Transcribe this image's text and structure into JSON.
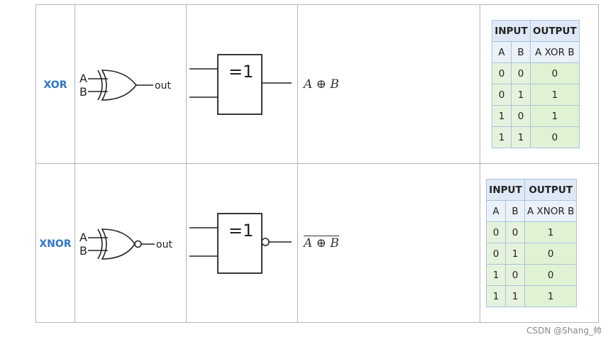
{
  "rows": [
    {
      "name": "XOR",
      "pin_a": "A",
      "pin_b": "B",
      "out_label": "out",
      "iec_label": "=1",
      "expr": "A ⊕ B",
      "truth": {
        "group_input": "INPUT",
        "group_output": "OUTPUT",
        "col_a": "A",
        "col_b": "B",
        "col_out": "A XOR B",
        "rows": [
          [
            "0",
            "0",
            "0"
          ],
          [
            "0",
            "1",
            "1"
          ],
          [
            "1",
            "0",
            "1"
          ],
          [
            "1",
            "1",
            "0"
          ]
        ]
      }
    },
    {
      "name": "XNOR",
      "pin_a": "A",
      "pin_b": "B",
      "out_label": "out",
      "iec_label": "=1",
      "expr": "A ⊕ B",
      "truth": {
        "group_input": "INPUT",
        "group_output": "OUTPUT",
        "col_a": "A",
        "col_b": "B",
        "col_out": "A XNOR B",
        "rows": [
          [
            "0",
            "0",
            "1"
          ],
          [
            "0",
            "1",
            "0"
          ],
          [
            "1",
            "0",
            "0"
          ],
          [
            "1",
            "1",
            "1"
          ]
        ]
      }
    }
  ],
  "watermark": "CSDN @Shang_帅",
  "colors": {
    "name_text": "#2c76c8",
    "header_bg": "#dfe9f5",
    "value_bg": "#dff3d4",
    "border": "#b5b5b5"
  }
}
